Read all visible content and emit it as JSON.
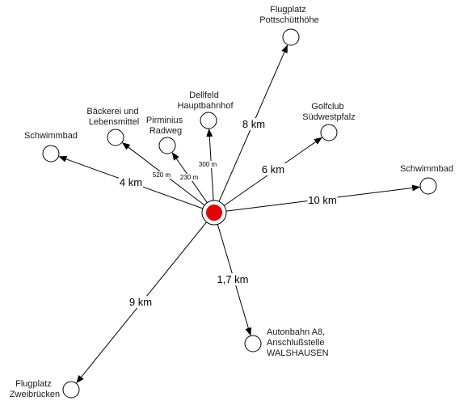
{
  "center": {
    "fill_color": "#e60000",
    "ring_color": "#000000"
  },
  "destinations": [
    {
      "id": "flugplatz-pottschuetthoehe",
      "label_lines": [
        "Flugplatz",
        "Pottschütthöhe"
      ],
      "distance": "8 km"
    },
    {
      "id": "golfclub",
      "label_lines": [
        "Golfclub",
        "Südwestpfalz"
      ],
      "distance": "6 km"
    },
    {
      "id": "dellfeld",
      "label_lines": [
        "Dellfeld",
        "Hauptbahnhof"
      ],
      "distance": "300 m"
    },
    {
      "id": "pirminius",
      "label_lines": [
        "Pirminius",
        "Radweg"
      ],
      "distance": "230 m"
    },
    {
      "id": "baeckerei",
      "label_lines": [
        "Bäckerei und",
        "Lebensmittel"
      ],
      "distance": "520 m"
    },
    {
      "id": "schwimmbad-west",
      "label_lines": [
        "Schwimmbad"
      ],
      "distance": "4 km"
    },
    {
      "id": "schwimmbad-east",
      "label_lines": [
        "Schwimmbad"
      ],
      "distance": "10 km"
    },
    {
      "id": "autobahn",
      "label_lines": [
        "Autonbahn A8,",
        "Anschlußstelle",
        "WALSHAUSEN"
      ],
      "distance": "1,7 km"
    },
    {
      "id": "flugplatz-zweibruecken",
      "label_lines": [
        "Flugplatz",
        "Zweibrücken"
      ],
      "distance": "9 km"
    }
  ]
}
